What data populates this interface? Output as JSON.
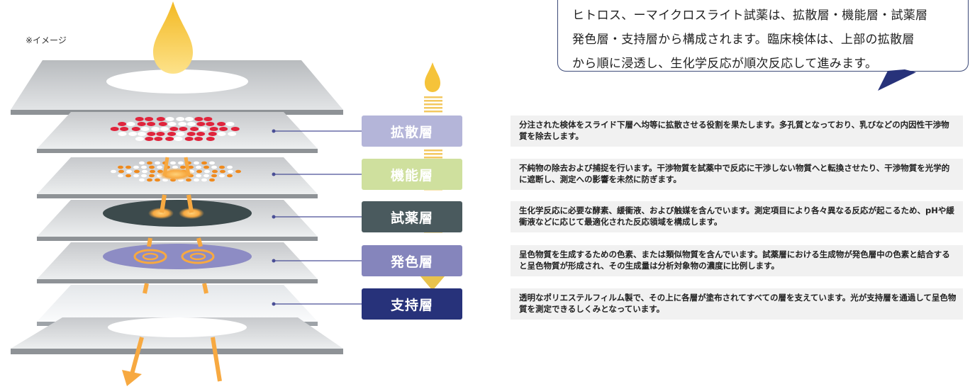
{
  "note": "※イメージ",
  "callout": {
    "lines": [
      "ヒトロス、ーマイクロスライト試薬は、拡散層・機能層・試薬層",
      "発色層・支持層から構成されます。臨床検体は、上部の拡散層",
      "から順に浸透し、生化学反応が順次反応して進みます。"
    ]
  },
  "layers": [
    {
      "name": "拡散層",
      "color": "#b4b5d9",
      "description": "分注された検体をスライド下層へ均等に拡散させる役割を果たします。多孔質となっており、乳びなどの内因性干渉物質を除去します。"
    },
    {
      "name": "機能層",
      "color": "#cfe09e",
      "description": "不純物の除去および捕捉を行います。干渉物質を試薬中で反応に干渉しない物質へと転換させたり、干渉物質を光学的に遮断し、測定への影響を未然に防ぎます。"
    },
    {
      "name": "試薬層",
      "color": "#4a5a5e",
      "description": "生化学反応に必要な酵素、緩衝液、および触媒を含んでいます。測定項目により各々異なる反応が起こるため、pHや緩衝液などに応じて最適化された反応領域を構成します。"
    },
    {
      "name": "発色層",
      "color": "#8585bc",
      "description": "呈色物質を生成するための色素、または類似物質を含んでいます。試薬層における生成物が発色層中の色素と結合すると呈色物質が形成され、その生成量は分析対象物の濃度に比例します。"
    },
    {
      "name": "支持層",
      "color": "#27327a",
      "description": "透明なポリエステルフィルム製で、その上に各層が塗布されてすべての層を支えています。光が支持層を通過して呈色物質を測定できるしくみとなっています。"
    }
  ],
  "colors": {
    "drop": "#f5c33a",
    "reaction": "#f7a941",
    "dot_red": "#e0243c",
    "dot_orange": "#ef8a1d",
    "connector": "#4a4f96",
    "callout_border": "#3c4a78"
  }
}
